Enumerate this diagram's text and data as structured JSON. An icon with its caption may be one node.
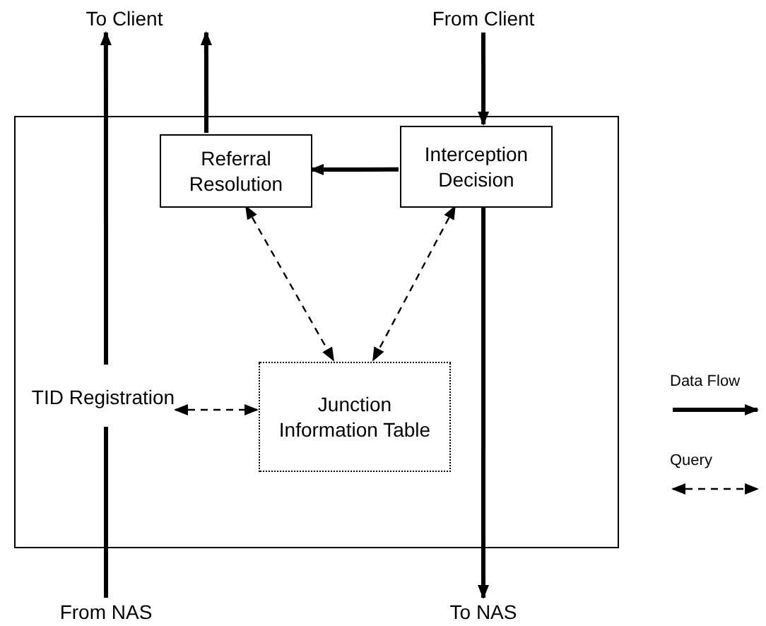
{
  "diagram": {
    "nodes": [
      {
        "text": [],
        "shape": "box"
      },
      {
        "text": [
          "Referral Resolution"
        ],
        "in": 0
      },
      {
        "text": [
          "Interception Decision"
        ],
        "in": 0
      },
      {
        "text": [
          "TID Registration"
        ],
        "in": 0
      },
      {
        "text": [
          "Junction Information Table"
        ],
        "in": 0
      },
      {
        "text": [
          "To Client"
        ]
      },
      {
        "text": [
          "From Client"
        ]
      },
      {
        "text": [
          "From NAS"
        ]
      },
      {
        "text": [
          "To NAS"
        ]
      }
    ],
    "edges": [
      {
        "from": 7,
        "to": 3,
        "arrow": "none"
      },
      {
        "from": 3,
        "to": 5,
        "arrow": "to"
      },
      {
        "from": 1,
        "to": 5,
        "arrow": "to"
      },
      {
        "from": 6,
        "to": 2,
        "arrow": "to"
      },
      {
        "from": 2,
        "to": 8,
        "arrow": "to"
      },
      {
        "from": 2,
        "to": 1,
        "arrow": "to"
      },
      {
        "from": 1,
        "to": 4,
        "arrow": "both",
        "style": "dashed"
      },
      {
        "from": 2,
        "to": 4,
        "arrow": "both",
        "style": "dashed"
      },
      {
        "from": 3,
        "to": 4,
        "arrow": "both",
        "style": "dashed"
      }
    ],
    "legend": [
      {
        "text": "Data Flow"
      },
      {
        "text": "Query"
      }
    ]
  }
}
